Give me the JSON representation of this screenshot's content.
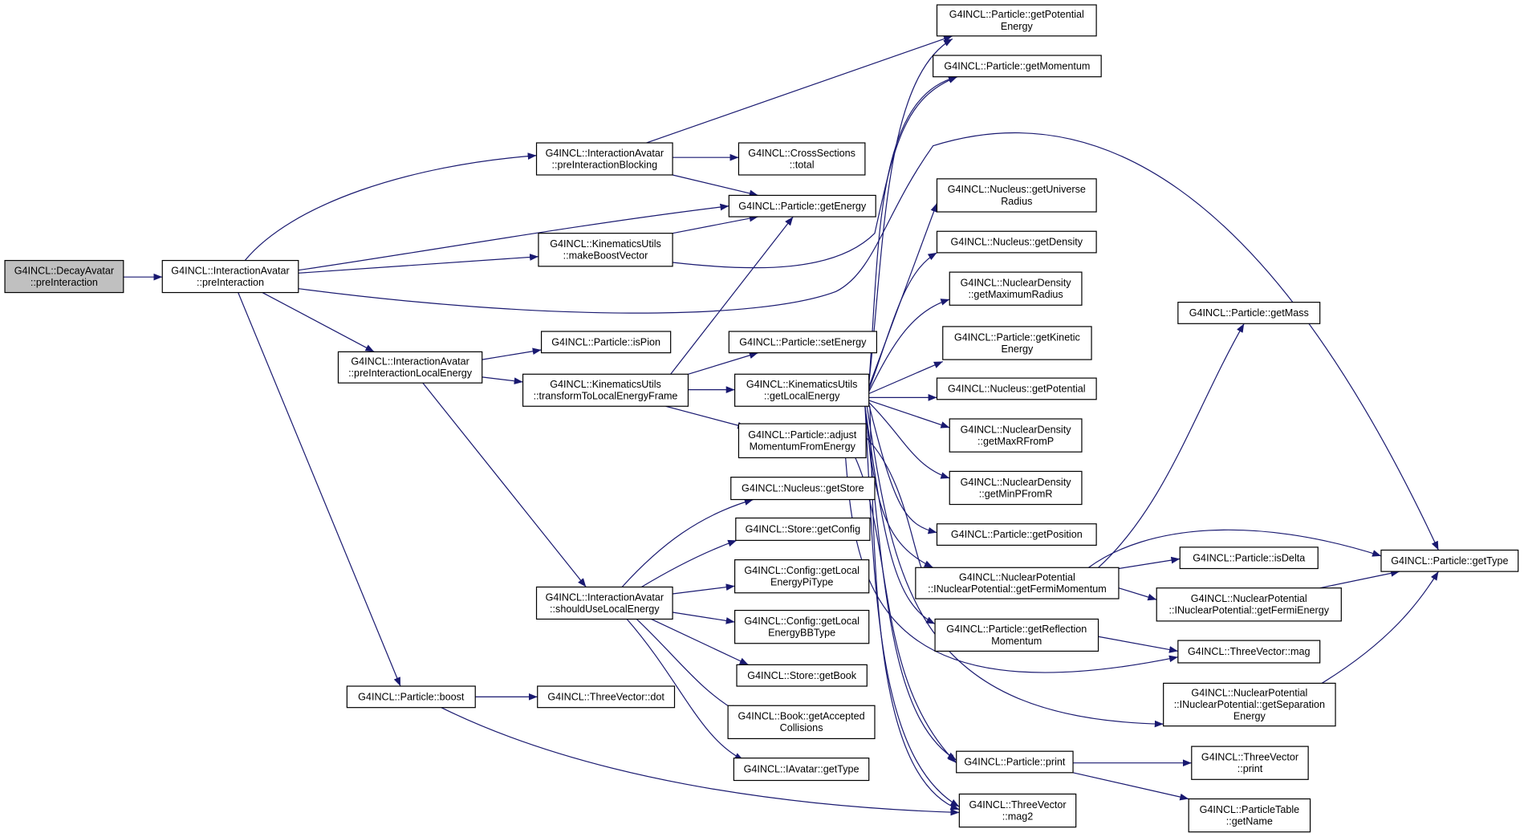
{
  "colors": {
    "edge": "#191970",
    "root_fill": "#c0c0c0",
    "node_fill": "#ffffff",
    "node_border": "#000000"
  },
  "nodes": [
    {
      "id": "n1",
      "root": true,
      "lines": [
        "G4INCL::DecayAvatar",
        "::preInteraction"
      ]
    },
    {
      "id": "n2",
      "lines": [
        "G4INCL::InteractionAvatar",
        "::preInteraction"
      ]
    },
    {
      "id": "n3",
      "lines": [
        "G4INCL::InteractionAvatar",
        "::preInteractionBlocking"
      ]
    },
    {
      "id": "n4",
      "lines": [
        "G4INCL::KinematicsUtils",
        "::makeBoostVector"
      ]
    },
    {
      "id": "n5",
      "lines": [
        "G4INCL::InteractionAvatar",
        "::preInteractionLocalEnergy"
      ]
    },
    {
      "id": "n6",
      "lines": [
        "G4INCL::Particle::boost"
      ]
    },
    {
      "id": "n7",
      "lines": [
        "G4INCL::Particle::isPion"
      ]
    },
    {
      "id": "n8",
      "lines": [
        "G4INCL::KinematicsUtils",
        "::transformToLocalEnergyFrame"
      ]
    },
    {
      "id": "n9",
      "lines": [
        "G4INCL::InteractionAvatar",
        "::shouldUseLocalEnergy"
      ]
    },
    {
      "id": "n10",
      "lines": [
        "G4INCL::ThreeVector::dot"
      ]
    },
    {
      "id": "n11",
      "lines": [
        "G4INCL::CrossSections",
        "::total"
      ]
    },
    {
      "id": "n12",
      "lines": [
        "G4INCL::Particle::getEnergy"
      ]
    },
    {
      "id": "n13",
      "lines": [
        "G4INCL::Particle::setEnergy"
      ]
    },
    {
      "id": "n14",
      "lines": [
        "G4INCL::KinematicsUtils",
        "::getLocalEnergy"
      ]
    },
    {
      "id": "n15",
      "lines": [
        "G4INCL::Particle::adjust",
        "MomentumFromEnergy"
      ]
    },
    {
      "id": "n16",
      "lines": [
        "G4INCL::Nucleus::getStore"
      ]
    },
    {
      "id": "n17",
      "lines": [
        "G4INCL::Store::getConfig"
      ]
    },
    {
      "id": "n18",
      "lines": [
        "G4INCL::Config::getLocal",
        "EnergyPiType"
      ]
    },
    {
      "id": "n19",
      "lines": [
        "G4INCL::Config::getLocal",
        "EnergyBBType"
      ]
    },
    {
      "id": "n20",
      "lines": [
        "G4INCL::Store::getBook"
      ]
    },
    {
      "id": "n21",
      "lines": [
        "G4INCL::Book::getAccepted",
        "Collisions"
      ]
    },
    {
      "id": "n22",
      "lines": [
        "G4INCL::IAvatar::getType"
      ]
    },
    {
      "id": "n23",
      "lines": [
        "G4INCL::Particle::getPotential",
        "Energy"
      ]
    },
    {
      "id": "n24",
      "lines": [
        "G4INCL::Particle::getMomentum"
      ]
    },
    {
      "id": "n25",
      "lines": [
        "G4INCL::Nucleus::getUniverse",
        "Radius"
      ]
    },
    {
      "id": "n26",
      "lines": [
        "G4INCL::Nucleus::getDensity"
      ]
    },
    {
      "id": "n27",
      "lines": [
        "G4INCL::NuclearDensity",
        "::getMaximumRadius"
      ]
    },
    {
      "id": "n28",
      "lines": [
        "G4INCL::Particle::getKinetic",
        "Energy"
      ]
    },
    {
      "id": "n29",
      "lines": [
        "G4INCL::Nucleus::getPotential"
      ]
    },
    {
      "id": "n30",
      "lines": [
        "G4INCL::NuclearDensity",
        "::getMaxRFromP"
      ]
    },
    {
      "id": "n31",
      "lines": [
        "G4INCL::NuclearDensity",
        "::getMinPFromR"
      ]
    },
    {
      "id": "n32",
      "lines": [
        "G4INCL::Particle::getPosition"
      ]
    },
    {
      "id": "n33",
      "lines": [
        "G4INCL::NuclearPotential",
        "::INuclearPotential::getFermiMomentum"
      ]
    },
    {
      "id": "n34",
      "lines": [
        "G4INCL::Particle::getReflection",
        "Momentum"
      ]
    },
    {
      "id": "n35",
      "lines": [
        "G4INCL::Particle::print"
      ]
    },
    {
      "id": "n36",
      "lines": [
        "G4INCL::ThreeVector",
        "::mag2"
      ]
    },
    {
      "id": "n37",
      "lines": [
        "G4INCL::Particle::getMass"
      ]
    },
    {
      "id": "n38",
      "lines": [
        "G4INCL::Particle::isDelta"
      ]
    },
    {
      "id": "n39",
      "lines": [
        "G4INCL::NuclearPotential",
        "::INuclearPotential::getFermiEnergy"
      ]
    },
    {
      "id": "n40",
      "lines": [
        "G4INCL::ThreeVector::mag"
      ]
    },
    {
      "id": "n41",
      "lines": [
        "G4INCL::NuclearPotential",
        "::INuclearPotential::getSeparation",
        "Energy"
      ]
    },
    {
      "id": "n42",
      "lines": [
        "G4INCL::ThreeVector",
        "::print"
      ]
    },
    {
      "id": "n43",
      "lines": [
        "G4INCL::ParticleTable",
        "::getName"
      ]
    },
    {
      "id": "n44",
      "lines": [
        "G4INCL::Particle::getType"
      ]
    }
  ]
}
